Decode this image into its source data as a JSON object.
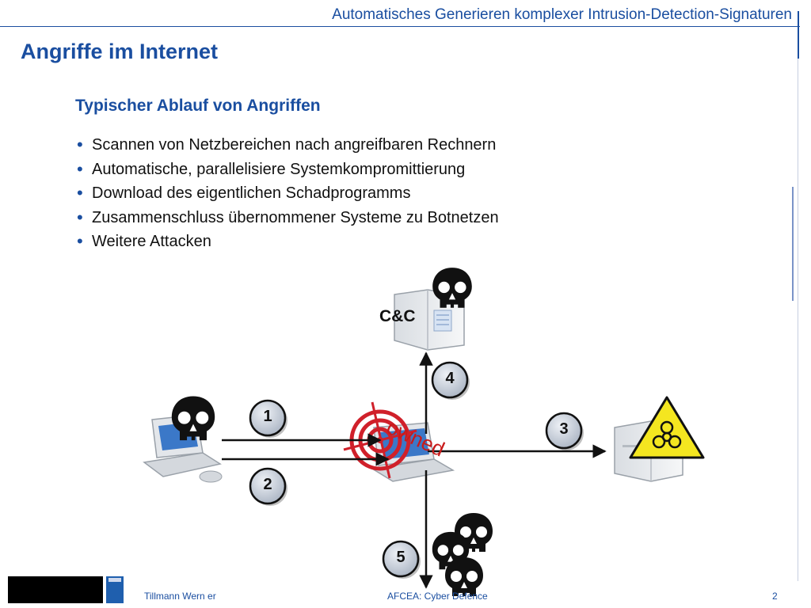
{
  "header": {
    "running_title": "Automatisches Generieren komplexer Intrusion-Detection-Signaturen"
  },
  "slide": {
    "title": "Angriffe im Internet",
    "subtitle": "Typischer Ablauf von Angriffen",
    "bullets": [
      "Scannen von Netzbereichen nach angreifbaren Rechnern",
      "Automatische, parallelisiere Systemkompromittierung",
      "Download des eigentlichen Schadprogramms",
      "Zusammenschluss übernommener Systeme zu Botnetzen",
      "Weitere Attacken"
    ]
  },
  "diagram": {
    "cc_label": "C&C",
    "owned_label": "owned",
    "steps": [
      "1",
      "2",
      "3",
      "4",
      "5"
    ],
    "colors": {
      "arrow": "#111111",
      "target": "#d0202a",
      "circle_fill": "#c8d0dc",
      "hazard": "#f4e620"
    }
  },
  "footer": {
    "author": "Tillmann Wern er",
    "event": "AFCEA: Cyber Defence",
    "page": "2"
  }
}
